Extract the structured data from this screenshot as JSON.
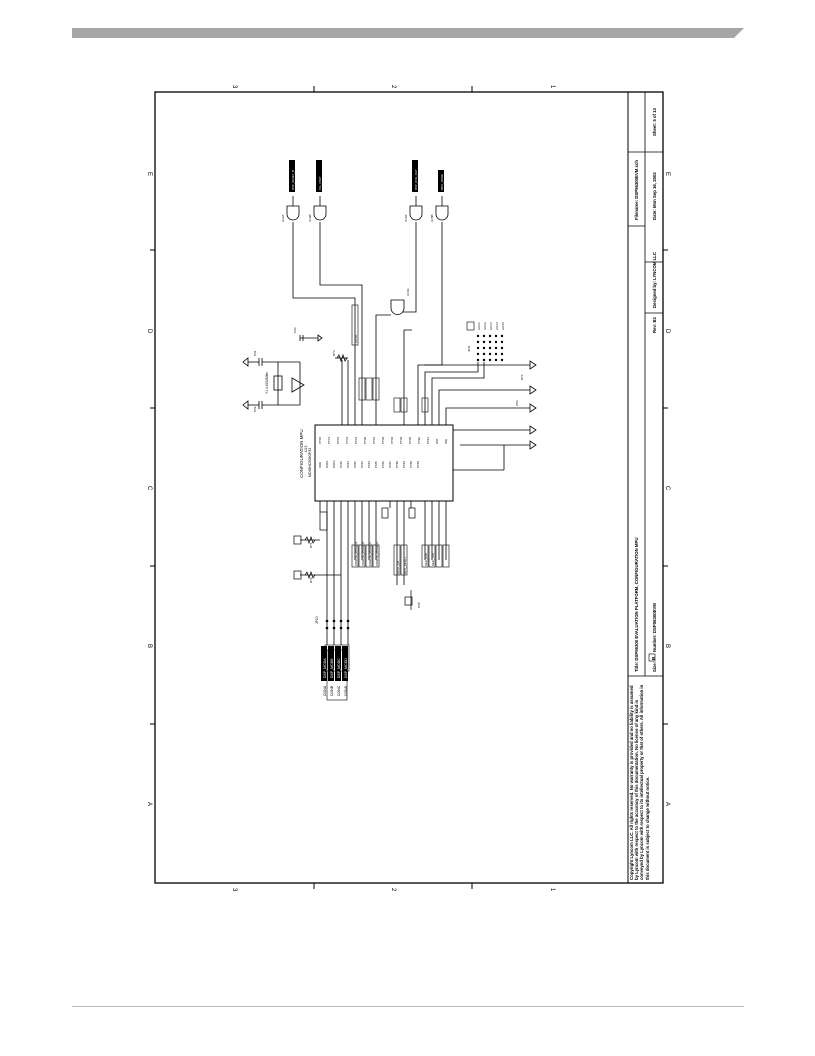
{
  "zones": {
    "numbers": [
      "3",
      "2",
      "1"
    ],
    "letters": [
      "A",
      "B",
      "C",
      "D",
      "E"
    ]
  },
  "title_block": {
    "copyright": "Copyright Lyncom LLC. All rights reserved. No warranty is provided and no liability is assumed by Lyncom with respect to the accuracy of this documentation. No license of any kind is conveyed by Lyncom with respect to its intellectual property or that of others. All information in this document is subject to change without notice.",
    "title": "Title: DSP56300 EVALUATION PLATFORM, CONFIGURATION MPU",
    "size_label": "Size:",
    "size": "B",
    "number": "Number: DSP56300EVM",
    "rev": "Rev: B1",
    "designed_by": "Designed by: LYNCOM LLC",
    "filename": "Filename: DSP56300EVM.sch",
    "date": "Date: Mon Sep 16, 2002",
    "sheet": "Sheet: 5 of 13"
  },
  "mpu": {
    "ref": "U13",
    "part": "MC68HC908GP32",
    "title": "CONFIGURATION MPU",
    "left_pins": [
      "VDD",
      "OSC1",
      "OSC2",
      "PTA0",
      "PTA1",
      "PTA2",
      "PTA3",
      "PTA4",
      "PTA5",
      "PTA6",
      "PTA7",
      "PTB0",
      "PTB1",
      "PTB2",
      "PTB3"
    ],
    "right_pins": [
      "PTC0",
      "PTC1",
      "PTC2",
      "PTC3",
      "PTC4",
      "PTD0",
      "PTD1",
      "PTD2",
      "PTD3",
      "PTD4",
      "PTD5",
      "PTE0",
      "PTE1",
      "RST",
      "IRQ"
    ]
  },
  "connectors": {
    "left_labels": [
      "DSP_MODA",
      "DSP_MODB",
      "DSP_MODC",
      "DSP_MODD"
    ],
    "left_group": [
      "CONA",
      "CONB",
      "CONC",
      "COND"
    ],
    "bottom_labels": [
      "AUX1",
      "AUX2",
      "AUX3",
      "AUX4",
      "AUX5"
    ]
  },
  "top_outputs": [
    "DSP_RESET_B",
    "PLL_PINIT",
    "DSP_CFG_OUT",
    "MPU_DONE"
  ],
  "net_labels": [
    "CONFIG_MODE_A",
    "CONFIG_MODE_B",
    "CONFIG_MODE_C",
    "CONFIG_MODE_D",
    "HOST_EN",
    "MPU_RESET",
    "SER_RXD",
    "SER_TXD",
    "EXTAL"
  ],
  "parts": {
    "crystal": "Y1 4.9152MHz",
    "caps": [
      "C51",
      "C52",
      "C53",
      "C54",
      "C55"
    ],
    "resistors": [
      "R71",
      "R72",
      "R73",
      "R74"
    ],
    "gates": [
      "U14A",
      "U14B",
      "U15A",
      "U15B",
      "U16A"
    ],
    "jumpers": [
      "JP10",
      "JP11"
    ]
  },
  "colors": {
    "header_bar": "#a6a6a6",
    "ink": "#000000"
  }
}
